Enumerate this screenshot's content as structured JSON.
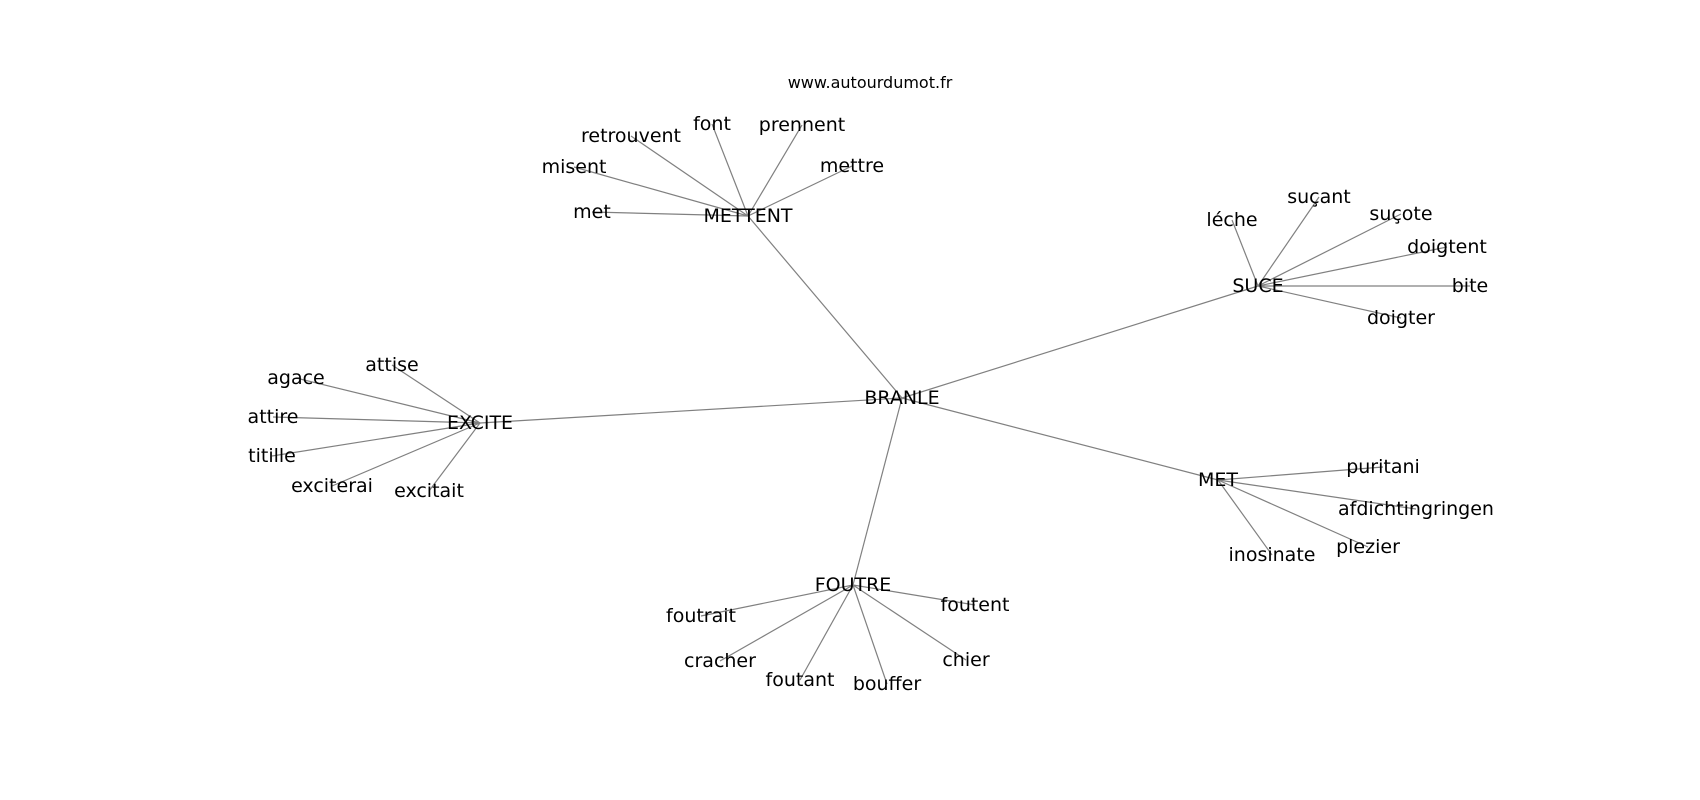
{
  "watermark": "www.autourdumot.fr",
  "graph": {
    "center": "BRANLE",
    "groups": [
      {
        "hub": "METTENT",
        "words": [
          "met",
          "misent",
          "retrouvent",
          "font",
          "prennent",
          "mettre"
        ]
      },
      {
        "hub": "SUCE",
        "words": [
          "léche",
          "suçant",
          "suçote",
          "doigtent",
          "bite",
          "doigter"
        ]
      },
      {
        "hub": "EXCITE",
        "words": [
          "agace",
          "attise",
          "attire",
          "titille",
          "exciterai",
          "excitait"
        ]
      },
      {
        "hub": "MET",
        "words": [
          "puritani",
          "afdichtingringen",
          "plezier",
          "inosinate"
        ]
      },
      {
        "hub": "FOUTRE",
        "words": [
          "foutrait",
          "cracher",
          "foutant",
          "bouffer",
          "chier",
          "foutent"
        ]
      }
    ]
  },
  "colors": {
    "edge": "#808080",
    "text": "#000000",
    "background": "#ffffff"
  }
}
